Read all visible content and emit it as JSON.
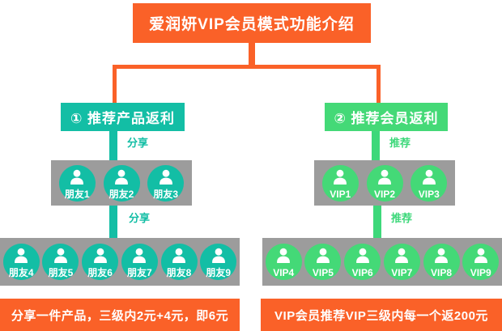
{
  "title": "爱润妍VIP会员模式功能介绍",
  "colors": {
    "orange": "#FA6128",
    "teal": "#13BEA5",
    "green": "#44D977",
    "green_bar": "#3DD87A",
    "gray": "#9C9C9C",
    "white": "#FFFFFF"
  },
  "left_branch": {
    "heading": "① 推荐产品返利",
    "edge_label_1": "分享",
    "edge_label_2": "分享",
    "row1": [
      "朋友1",
      "朋友2",
      "朋友3"
    ],
    "row2": [
      "朋友4",
      "朋友5",
      "朋友6",
      "朋友7",
      "朋友8",
      "朋友9"
    ],
    "summary": "分享一件产品，三级内2元+4元，即6元"
  },
  "right_branch": {
    "heading": "② 推荐会员返利",
    "edge_label_1": "推荐",
    "edge_label_2": "推荐",
    "row1": [
      "VIP1",
      "VIP2",
      "VIP3"
    ],
    "row2": [
      "VIP4",
      "VIP5",
      "VIP6",
      "VIP7",
      "VIP8",
      "VIP9"
    ],
    "summary": "VIP会员推荐VIP三级内每一个返200元"
  }
}
